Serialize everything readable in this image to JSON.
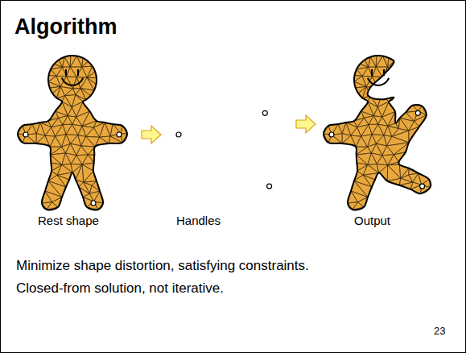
{
  "diagram": {
    "title": "Algorithm",
    "labels": [
      "Rest shape",
      "Handles",
      "Output",
      "Minimize shape distortion, satisfying constraints.",
      "Closed-from solution, not iterative.",
      "23"
    ]
  }
}
